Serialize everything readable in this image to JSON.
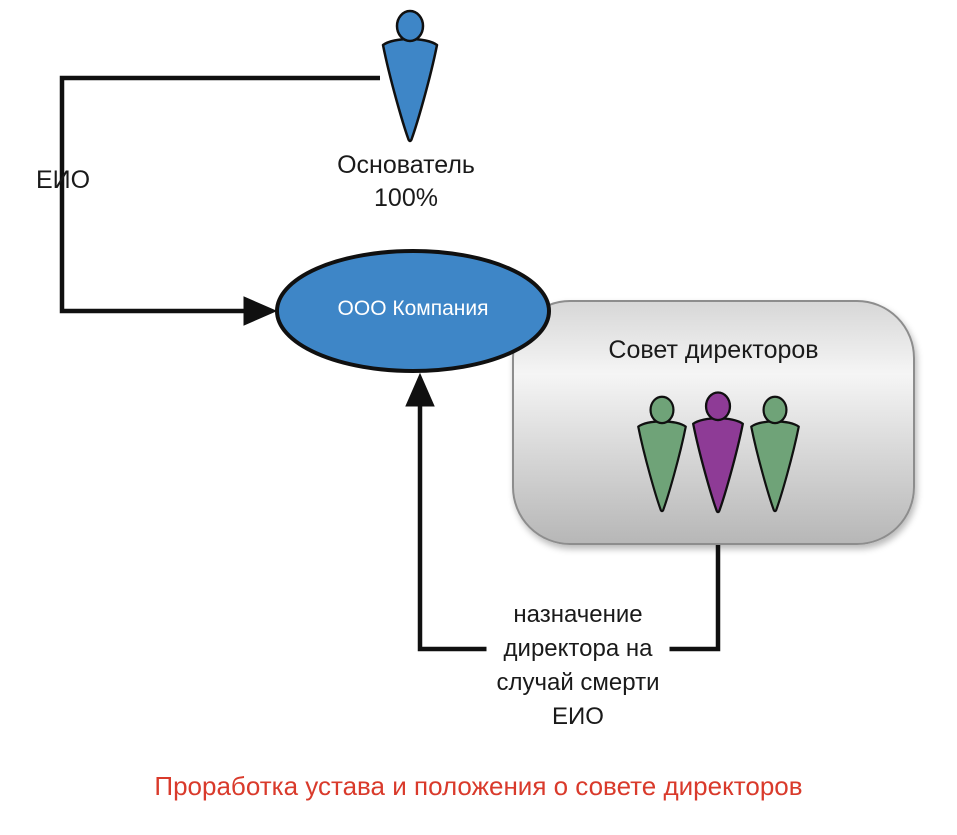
{
  "diagram": {
    "eio_label": "ЕИО",
    "founder": {
      "label": "Основатель\n100%"
    },
    "company": {
      "label": "ООО Компания"
    },
    "board": {
      "title": "Совет директоров"
    },
    "note": {
      "label": "назначение\nдиректора на\nслучай смерти\nЕИО"
    },
    "caption": "Проработка устава и положения о совете директоров",
    "icons": {
      "founder": "person-icon",
      "board_members": [
        "person-icon",
        "person-icon",
        "person-icon"
      ]
    },
    "colors": {
      "founder_fill": "#3e86c7",
      "company_fill": "#3e86c7",
      "member_green": "#6fa378",
      "member_purple": "#8e3b96",
      "caption_red": "#d93a2b",
      "stroke": "#101010"
    }
  }
}
